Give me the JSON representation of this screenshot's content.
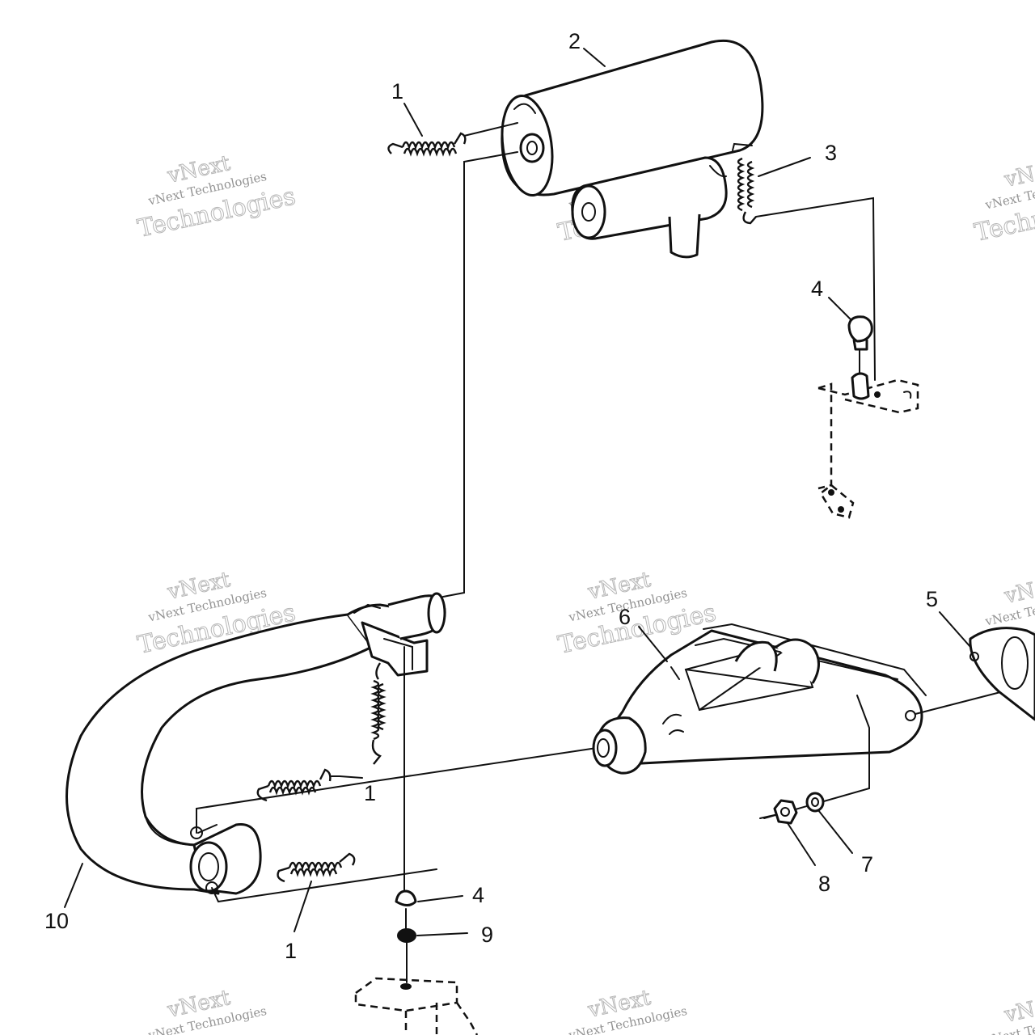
{
  "callouts": [
    {
      "id": "c1a",
      "text": "1"
    },
    {
      "id": "c2",
      "text": "2"
    },
    {
      "id": "c3",
      "text": "3"
    },
    {
      "id": "c4a",
      "text": "4"
    },
    {
      "id": "c5",
      "text": "5"
    },
    {
      "id": "c6",
      "text": "6"
    },
    {
      "id": "c1b",
      "text": "1"
    },
    {
      "id": "c7",
      "text": "7"
    },
    {
      "id": "c8",
      "text": "8"
    },
    {
      "id": "c4b",
      "text": "4"
    },
    {
      "id": "c9",
      "text": "9"
    },
    {
      "id": "c10",
      "text": "10"
    },
    {
      "id": "c1c",
      "text": "1"
    }
  ],
  "watermark": {
    "line1": "vNext",
    "line2": "vNext Technologies",
    "line3": "Technologies"
  }
}
